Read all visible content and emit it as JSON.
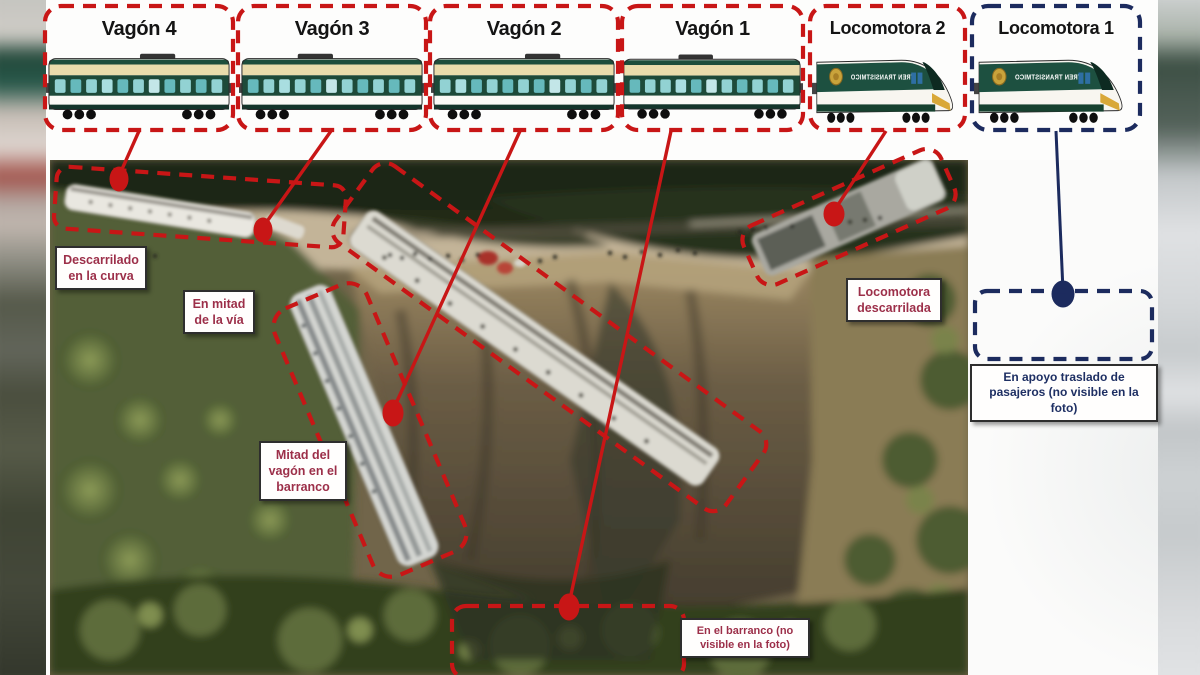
{
  "header_boxes": [
    {
      "label": "Vagón 4",
      "type": "coach",
      "outline": "red"
    },
    {
      "label": "Vagón 3",
      "type": "coach",
      "outline": "red"
    },
    {
      "label": "Vagón 2",
      "type": "coach",
      "outline": "red"
    },
    {
      "label": "Vagón 1",
      "type": "coach",
      "outline": "red"
    },
    {
      "label": "Locomotora 2",
      "type": "locomotive",
      "outline": "red"
    },
    {
      "label": "Locomotora 1",
      "type": "locomotive",
      "outline": "navy"
    }
  ],
  "locomotive_branding": "TREN TRANSISTMICO",
  "callouts": [
    {
      "id": "vagon4",
      "text": "Descarrilado en la curva"
    },
    {
      "id": "vagon3",
      "text": "En mitad de la vía"
    },
    {
      "id": "vagon2",
      "text": "Mitad del vagón en el barranco"
    },
    {
      "id": "locomotora2",
      "text": "Locomotora descarrilada"
    },
    {
      "id": "vagon1",
      "text": "En el barranco (no visible en la foto)"
    },
    {
      "id": "locomotora1",
      "text": "En apoyo traslado de pasajeros (no visible en la foto)"
    }
  ],
  "colors": {
    "annotation_red": "#c81616",
    "annotation_navy": "#1c2b5e",
    "callout_text_red": "#9c2f49",
    "callout_text_navy": "#1e2f63",
    "train_green": "#1d4a39",
    "train_cream": "#e9dcab"
  }
}
